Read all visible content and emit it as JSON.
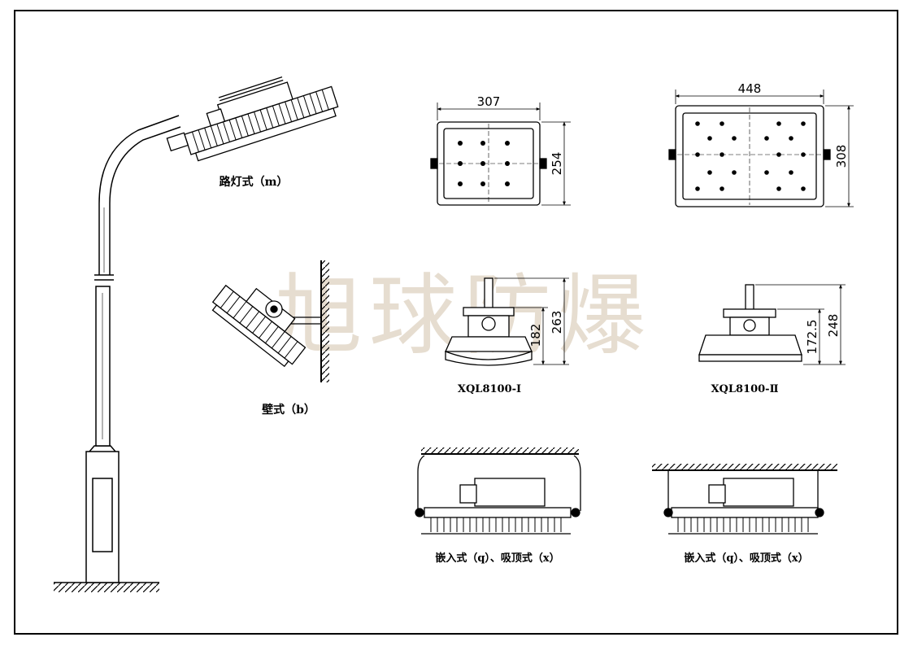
{
  "watermark": "旭球防爆",
  "captions": {
    "street_light": "路灯式（m）",
    "wall_mount": "壁式（b）",
    "model_1": "XQL8100-I",
    "model_2": "XQL8100-Ⅱ",
    "embed_ceiling_1": "嵌入式（q）、吸顶式（x）",
    "embed_ceiling_2": "嵌入式（q）、吸顶式（x）"
  },
  "dimensions": {
    "front1_width": "307",
    "front1_height": "254",
    "front2_width": "448",
    "front2_height": "308",
    "side1_lamp_height": "182",
    "side1_total_height": "263",
    "side2_lamp_height": "172.5",
    "side2_total_height": "248"
  }
}
